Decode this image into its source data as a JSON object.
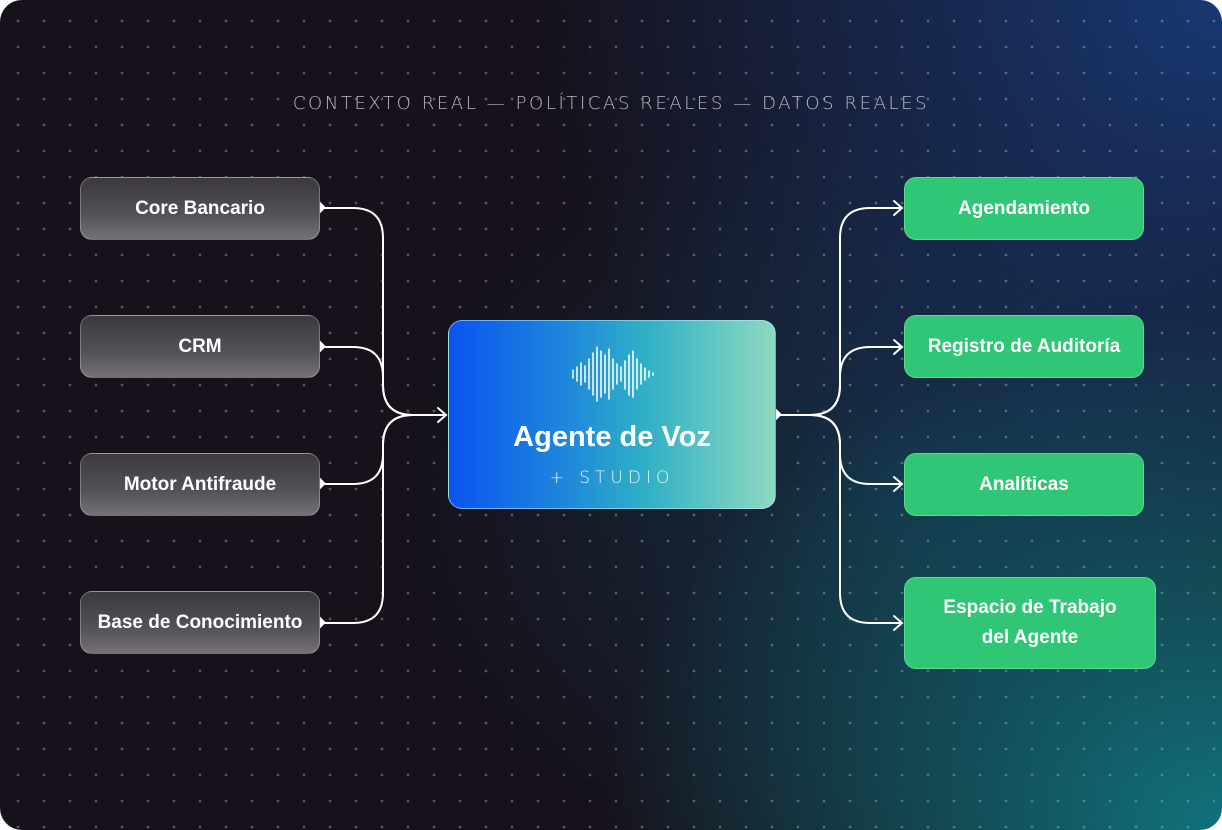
{
  "headline": "CONTEXTO REAL — POLÍTICAS REALES — DATOS REALES",
  "sources": [
    {
      "label": "Core Bancario"
    },
    {
      "label": "CRM"
    },
    {
      "label": "Motor Antifraude"
    },
    {
      "label": "Base de Conocimiento"
    }
  ],
  "center": {
    "icon": "sound-wave-icon",
    "title": "Agente de Voz",
    "subtitle": "+ STUDIO"
  },
  "destinations": [
    {
      "label": "Agendamiento"
    },
    {
      "label": "Registro de Auditoría"
    },
    {
      "label": "Analíticas"
    },
    {
      "label": "Espacio de Trabajo del Agente"
    }
  ],
  "colors": {
    "background_dark": "#16111a",
    "background_blue": "#183a76",
    "background_teal": "#107882",
    "source_node": "#545157",
    "destination_node": "#2fc675",
    "center_gradient_start": "#0a55f0",
    "center_gradient_end": "#8ed9c0",
    "connector": "#ffffff"
  }
}
